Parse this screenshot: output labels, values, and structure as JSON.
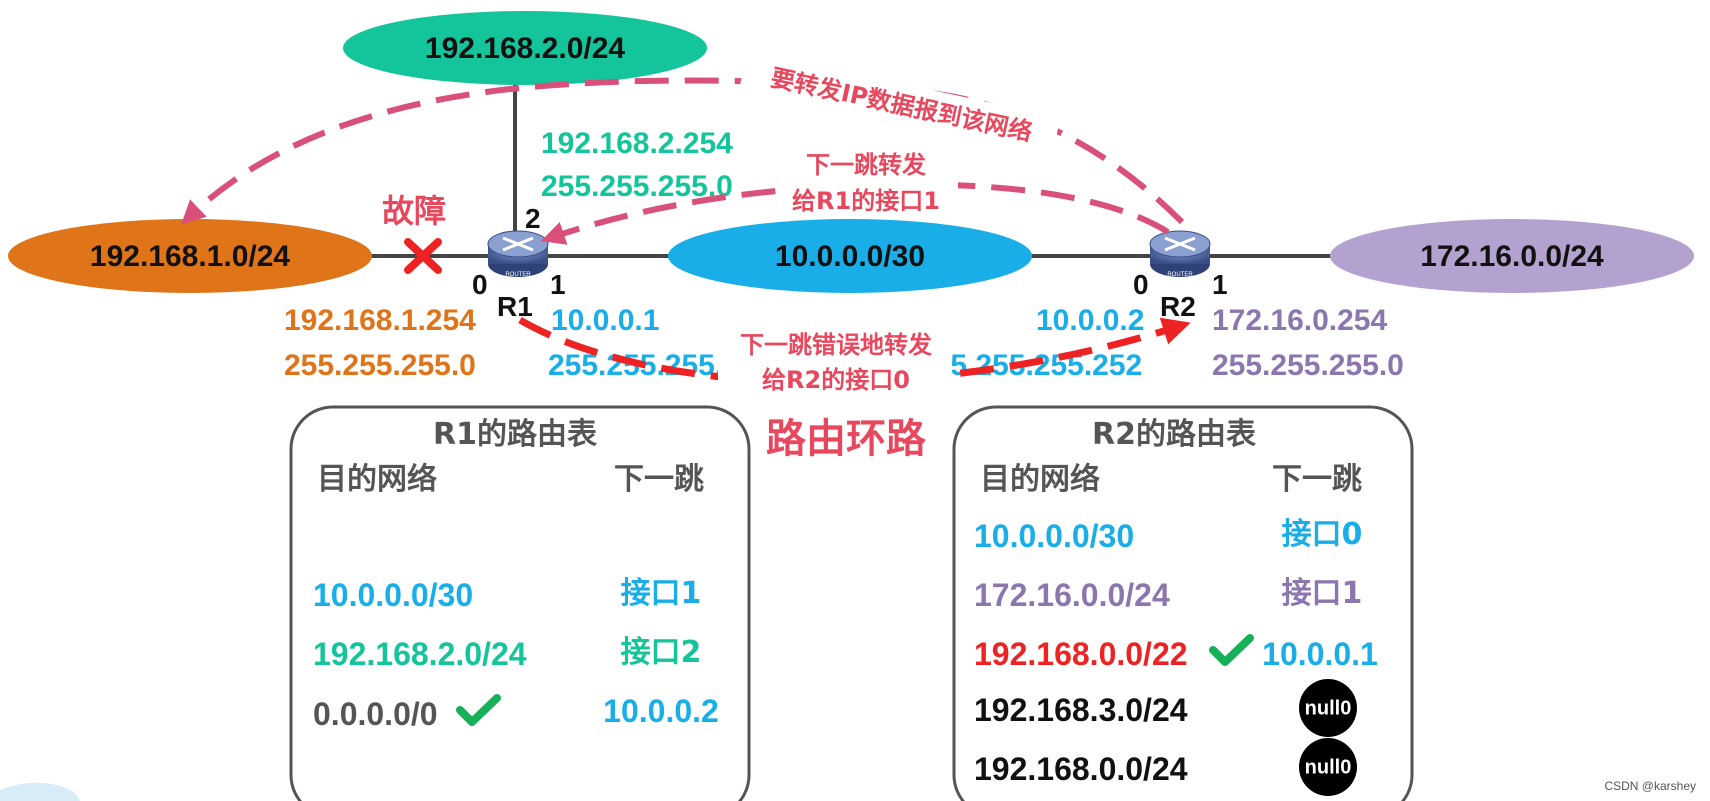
{
  "colors": {
    "orange": "#e07418",
    "teal": "#14c49a",
    "blue": "#19aee8",
    "purple": "#8c76ae",
    "red": "#e8485e",
    "route_red": "#ee2222",
    "dash_pink": "#d9507b",
    "check_green": "#15b058",
    "gray_text": "#555555",
    "black": "#111111",
    "line": "#444444"
  },
  "networks": {
    "top": "192.168.2.0/24",
    "left": "192.168.1.0/24",
    "middle": "10.0.0.0/30",
    "right": "172.16.0.0/24"
  },
  "routers": {
    "r1": {
      "name": "R1",
      "port0": "0",
      "port1": "1",
      "port2": "2",
      "icon_text": "ROUTER"
    },
    "r2": {
      "name": "R2",
      "port0": "0",
      "port1": "1",
      "icon_text": "ROUTER"
    }
  },
  "ip_labels": {
    "r1_if2_ip": "192.168.2.254",
    "r1_if2_mask": "255.255.255.0",
    "r1_if0_ip": "192.168.1.254",
    "r1_if0_mask": "255.255.255.0",
    "r1_if1_ip": "10.0.0.1",
    "r1_if1_mask": "255.255.255.252",
    "r2_if0_ip": "10.0.0.2",
    "r2_if0_mask": "255.255.255.252",
    "r2_if1_ip": "172.16.0.254",
    "r2_if1_mask": "255.255.255.0"
  },
  "annotations": {
    "fault": "故障",
    "forward_to_network": "要转发IP数据报到该网络",
    "next_hop_r1_line1": "下一跳转发",
    "next_hop_r1_line2": "给R1的接口1",
    "wrong_hop_line1": "下一跳错误地转发",
    "wrong_hop_line2": "给R2的接口0",
    "routing_loop": "路由环路"
  },
  "r1_table": {
    "title": "R1的路由表",
    "col_dest": "目的网络",
    "col_next": "下一跳",
    "rows": [
      {
        "dest": "10.0.0.0/30",
        "next": "接口1"
      },
      {
        "dest": "192.168.2.0/24",
        "next": "接口2"
      },
      {
        "dest": "0.0.0.0/0",
        "next": "10.0.0.2"
      }
    ]
  },
  "r2_table": {
    "title": "R2的路由表",
    "col_dest": "目的网络",
    "col_next": "下一跳",
    "rows": [
      {
        "dest": "10.0.0.0/30",
        "next": "接口0"
      },
      {
        "dest": "172.16.0.0/24",
        "next": "接口1"
      },
      {
        "dest": "192.168.0.0/22",
        "next": "10.0.0.1"
      },
      {
        "dest": "192.168.3.0/24",
        "next": "null0"
      },
      {
        "dest": "192.168.0.0/24",
        "next": "null0"
      }
    ]
  },
  "watermark": "CSDN @karshey"
}
